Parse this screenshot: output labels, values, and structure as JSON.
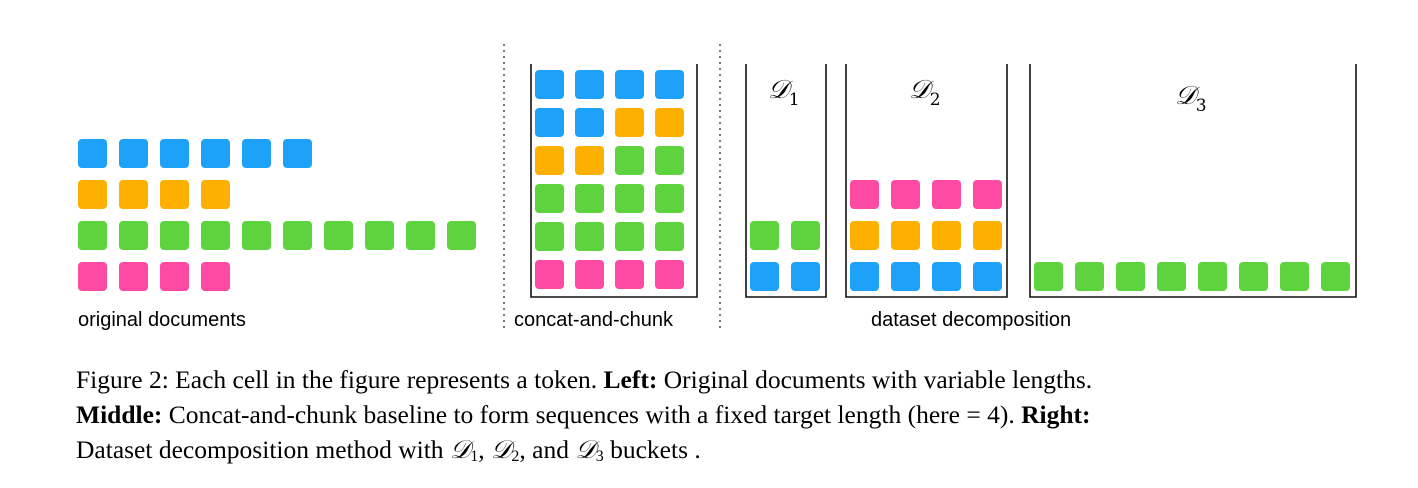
{
  "colors": {
    "blue": "#1ea1f8",
    "orange": "#feb000",
    "green": "#5dd43d",
    "pink": "#fe4aa3",
    "divider": "#555555",
    "box": "#111111"
  },
  "labels": {
    "original": "original documents",
    "concat": "concat-and-chunk",
    "decomposition": "dataset decomposition"
  },
  "buckets": [
    {
      "symbol": "𝒟",
      "sub": "1"
    },
    {
      "symbol": "𝒟",
      "sub": "2"
    },
    {
      "symbol": "𝒟",
      "sub": "3"
    }
  ],
  "original_documents": [
    {
      "color": "blue",
      "length": 6
    },
    {
      "color": "orange",
      "length": 4
    },
    {
      "color": "green",
      "length": 10
    },
    {
      "color": "pink",
      "length": 4
    }
  ],
  "concat_and_chunk": [
    [
      "blue",
      "blue",
      "blue",
      "blue"
    ],
    [
      "blue",
      "blue",
      "orange",
      "orange"
    ],
    [
      "orange",
      "orange",
      "green",
      "green"
    ],
    [
      "green",
      "green",
      "green",
      "green"
    ],
    [
      "green",
      "green",
      "green",
      "green"
    ],
    [
      "pink",
      "pink",
      "pink",
      "pink"
    ]
  ],
  "decomposition": [
    {
      "name": "D1",
      "rows": [
        [
          "green",
          "green"
        ],
        [
          "blue",
          "blue"
        ]
      ]
    },
    {
      "name": "D2",
      "rows": [
        [
          "pink",
          "pink",
          "pink",
          "pink"
        ],
        [
          "orange",
          "orange",
          "orange",
          "orange"
        ],
        [
          "blue",
          "blue",
          "blue",
          "blue"
        ]
      ]
    },
    {
      "name": "D3",
      "rows": [
        [
          "green",
          "green",
          "green",
          "green",
          "green",
          "green",
          "green",
          "green"
        ]
      ]
    }
  ],
  "caption": {
    "figure_label": "Figure 2:",
    "intro": "Each cell in the figure represents a token.",
    "left_heading": "Left:",
    "left_text": "Original documents with variable lengths.",
    "middle_heading": "Middle:",
    "middle_text": "Concat-and-chunk baseline to form sequences with a fixed target length (here = 4).",
    "right_heading": "Right:",
    "right_text_before": "Dataset decomposition method with",
    "d_symbol": "𝒟",
    "sub1": "1",
    "sep1": ",",
    "sub2": "2",
    "sep2": ", and",
    "sub3": "3",
    "right_text_after": "buckets ."
  }
}
